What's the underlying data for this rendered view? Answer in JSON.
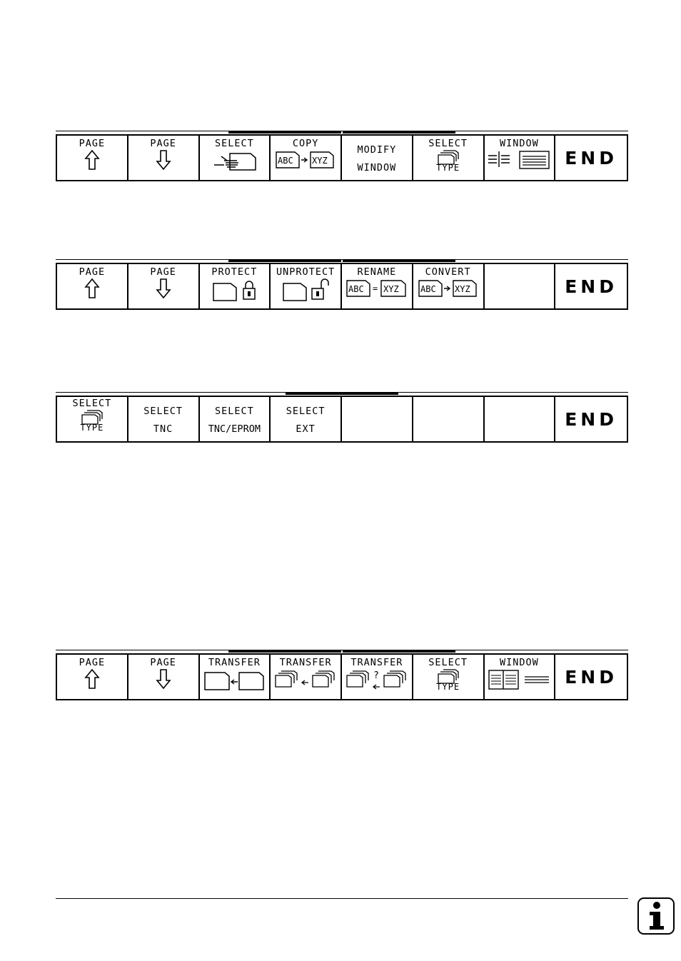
{
  "softkey_bars": [
    {
      "keys": [
        {
          "line1": "PAGE",
          "icon": "arrow-up-icon"
        },
        {
          "line1": "PAGE",
          "icon": "arrow-down-icon"
        },
        {
          "line1": "SELECT",
          "icon": "hand-select-file-icon"
        },
        {
          "line1": "COPY",
          "icon": "copy-abc-xyz-icon",
          "left_text": "ABC",
          "right_text": "XYZ"
        },
        {
          "line1": "MODIFY",
          "line2": "WINDOW"
        },
        {
          "line1": "SELECT",
          "icon": "stacked-files-icon",
          "sub": "TYPE"
        },
        {
          "line1": "WINDOW",
          "icon": "window-split-icon"
        },
        {
          "end": "END"
        }
      ]
    },
    {
      "keys": [
        {
          "line1": "PAGE",
          "icon": "arrow-up-icon"
        },
        {
          "line1": "PAGE",
          "icon": "arrow-down-icon"
        },
        {
          "line1": "PROTECT",
          "icon": "file-lock-icon"
        },
        {
          "line1": "UNPROTECT",
          "icon": "file-unlock-icon"
        },
        {
          "line1": "RENAME",
          "icon": "rename-abc-xyz-icon",
          "left_text": "ABC",
          "op": "=",
          "right_text": "XYZ"
        },
        {
          "line1": "CONVERT",
          "icon": "convert-abc-xyz-icon",
          "left_text": "ABC",
          "right_text": "XYZ"
        },
        {},
        {
          "end": "END"
        }
      ]
    },
    {
      "keys": [
        {
          "line1": "SELECT",
          "icon": "stacked-files-icon",
          "sub": "TYPE"
        },
        {
          "line1": "SELECT",
          "line2": "TNC"
        },
        {
          "line1": "SELECT",
          "line2": "TNC/EPROM"
        },
        {
          "line1": "SELECT",
          "line2": "EXT"
        },
        {},
        {},
        {},
        {
          "end": "END"
        }
      ]
    },
    {
      "keys": [
        {
          "line1": "PAGE",
          "icon": "arrow-up-icon"
        },
        {
          "line1": "PAGE",
          "icon": "arrow-down-icon"
        },
        {
          "line1": "TRANSFER",
          "icon": "transfer-file-icon"
        },
        {
          "line1": "TRANSFER",
          "icon": "transfer-multi-icon"
        },
        {
          "line1": "TRANSFER",
          "icon": "transfer-query-icon",
          "op": "?"
        },
        {
          "line1": "SELECT",
          "icon": "stacked-files-icon",
          "sub": "TYPE"
        },
        {
          "line1": "WINDOW",
          "icon": "window-list-icon"
        },
        {
          "end": "END"
        }
      ]
    }
  ],
  "info_badge": {
    "label": "i"
  }
}
